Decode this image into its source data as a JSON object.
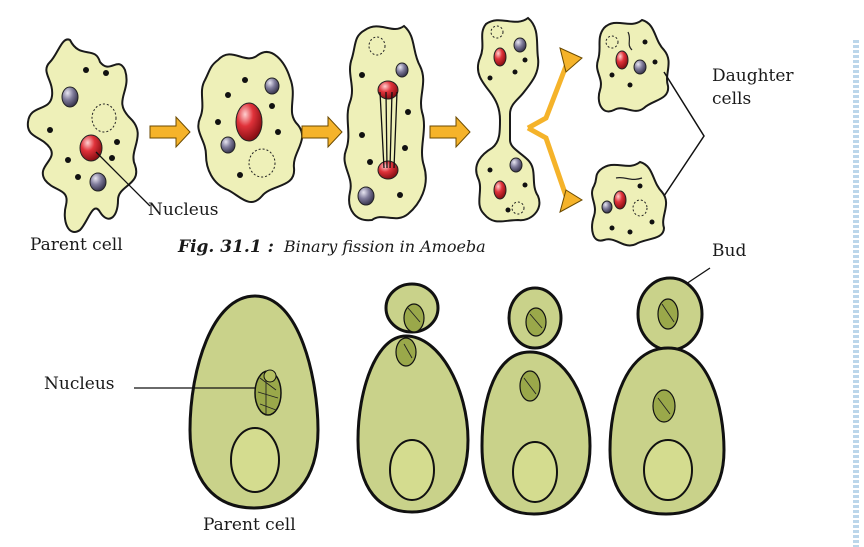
{
  "figure1": {
    "caption_number": "Fig. 31.1 :",
    "caption_text": "Binary fission in Amoeba",
    "labels": {
      "nucleus": "Nucleus",
      "parent_cell": "Parent cell",
      "daughter_line1": "Daughter",
      "daughter_line2": "cells"
    }
  },
  "figure2": {
    "labels": {
      "bud": "Bud",
      "nucleus": "Nucleus",
      "parent_cell": "Parent cell"
    }
  },
  "colors": {
    "amoeba_fill": "#eef0b8",
    "yeast_fill": "#c9d28a",
    "nucleus_red": "#e0323a",
    "granule_purple": "#7f7b9a",
    "arrow_orange": "#f5b32a"
  }
}
